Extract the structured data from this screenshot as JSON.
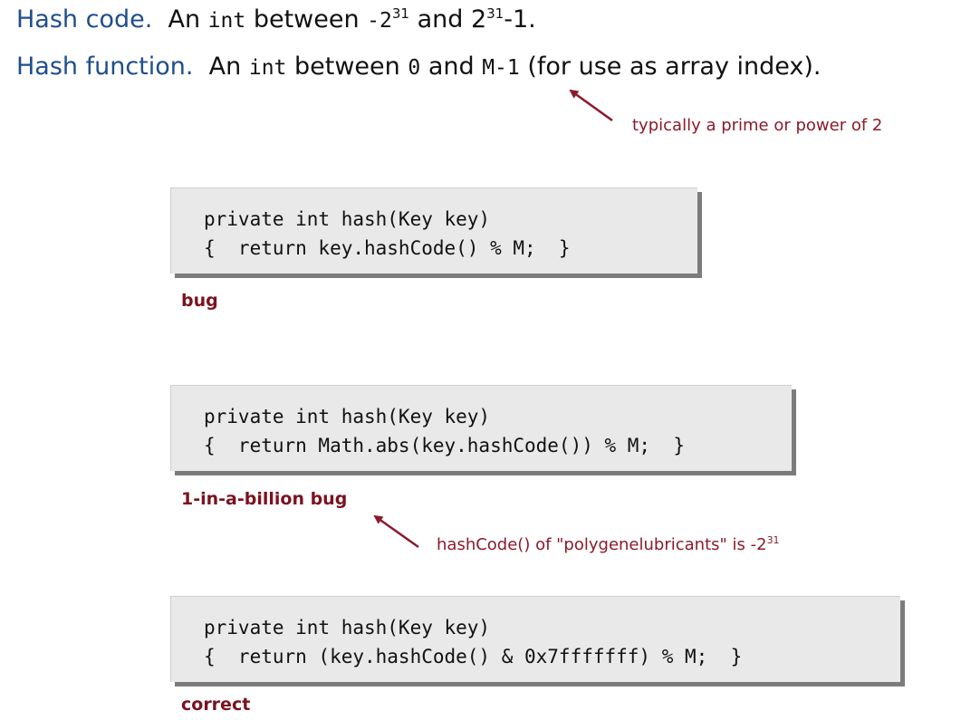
{
  "line1": {
    "term": "Hash code.",
    "text_a": "An",
    "code_int": "int",
    "text_b": "between",
    "neg_base": "-2",
    "neg_exp": "31",
    "text_and": "and",
    "pos_base": "2",
    "pos_exp": "31",
    "pos_suffix": "-1."
  },
  "line2": {
    "term": "Hash function.",
    "text_a": "An",
    "code_int": "int",
    "text_b": "between",
    "code_zero": "0",
    "text_and": "and",
    "code_m": "M-1",
    "text_c": "(for use as array index)."
  },
  "note_prime": "typically a prime or power of 2",
  "blocks": [
    {
      "line1": "private int hash(Key key)",
      "line2": "{  return key.hashCode() % M;  }",
      "caption": "bug"
    },
    {
      "line1": "private int hash(Key key)",
      "line2": "{  return Math.abs(key.hashCode()) % M;  }",
      "caption": "1-in-a-billion bug"
    },
    {
      "line1": "private int hash(Key key)",
      "line2": "{  return (key.hashCode() & 0x7fffffff) % M;  }",
      "caption": "correct"
    }
  ],
  "note_hashcode": {
    "text": "hashCode() of \"polygenelubricants\" is -2",
    "exp": "31"
  },
  "colors": {
    "term": "#1f4e8c",
    "annotation": "#8b1a2b",
    "caption": "#7a1320",
    "code_bg": "#e9e9e9",
    "shadow": "#7c7c7c"
  }
}
